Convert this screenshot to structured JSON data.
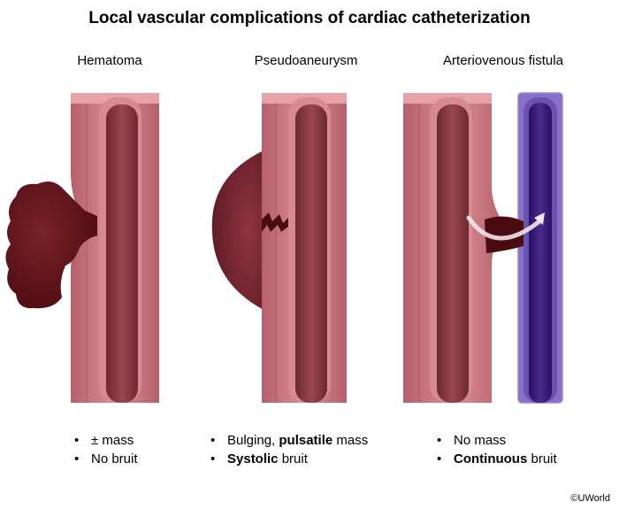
{
  "title": "Local vascular complications of cardiac catheterization",
  "panels": [
    {
      "label": "Hematoma",
      "bullets": [
        {
          "parts": [
            {
              "text": "± mass",
              "bold": false
            }
          ]
        },
        {
          "parts": [
            {
              "text": "No bruit",
              "bold": false
            }
          ]
        }
      ]
    },
    {
      "label": "Pseudoaneurysm",
      "bullets": [
        {
          "parts": [
            {
              "text": "Bulging, ",
              "bold": false
            },
            {
              "text": "pulsatile",
              "bold": true
            },
            {
              "text": " mass",
              "bold": false
            }
          ]
        },
        {
          "parts": [
            {
              "text": "Systolic",
              "bold": true
            },
            {
              "text": " bruit",
              "bold": false
            }
          ]
        }
      ]
    },
    {
      "label": "Arteriovenous fistula",
      "bullets": [
        {
          "parts": [
            {
              "text": "No mass",
              "bold": false
            }
          ]
        },
        {
          "parts": [
            {
              "text": "Continuous",
              "bold": true
            },
            {
              "text": " bruit",
              "bold": false
            }
          ]
        }
      ]
    }
  ],
  "copyright": "©UWorld",
  "colors": {
    "artery_wall": "#c9727a",
    "artery_lumen": "#8e3a44",
    "blood": "#5e1418",
    "vein": "#3a1a78",
    "vein_outline": "#9a88d8"
  }
}
